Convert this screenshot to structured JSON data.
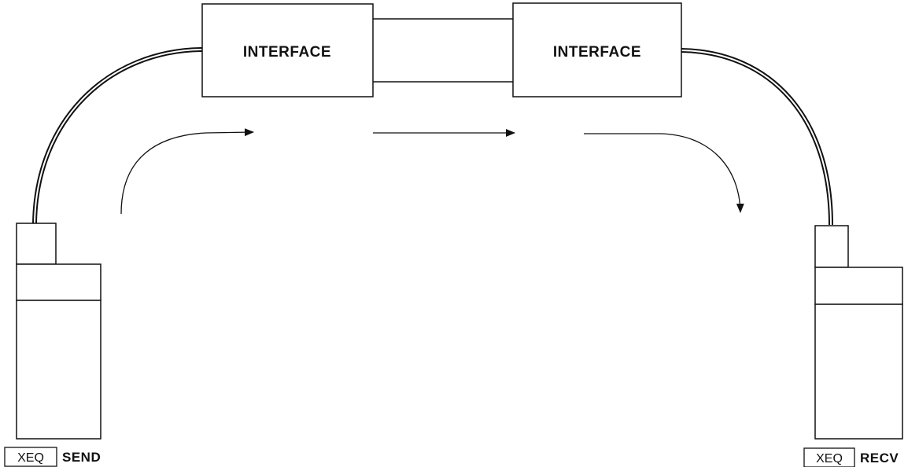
{
  "interfaces": [
    {
      "label": "INTERFACE"
    },
    {
      "label": "INTERFACE"
    }
  ],
  "send": {
    "key": "XEQ",
    "command": "SEND"
  },
  "recv": {
    "key": "XEQ",
    "command": "RECV"
  },
  "colors": {
    "ink": "#111111",
    "background": "#ffffff"
  }
}
